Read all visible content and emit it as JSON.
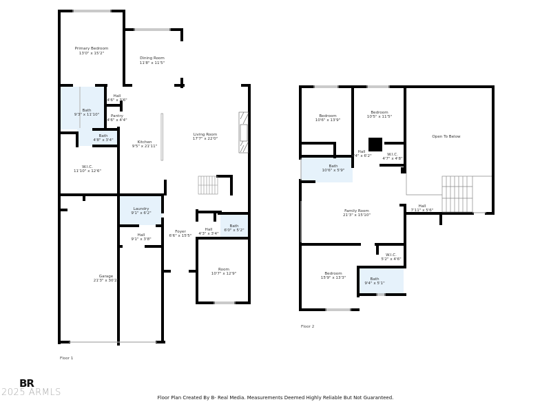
{
  "colors": {
    "wall": "#000000",
    "wet_room_fill": "#e6f2fb",
    "background": "#ffffff",
    "window": "#bbbbbb"
  },
  "floor1": {
    "label": "Floor 1",
    "rooms": [
      {
        "name": "Primary Bedroom",
        "dims": "13'0\" x 15'2\""
      },
      {
        "name": "Dining Room",
        "dims": "11'8\" x 11'5\""
      },
      {
        "name": "Hall",
        "dims": "4'6\" x 3'6\""
      },
      {
        "name": "Bath",
        "dims": "9'3\" x 11'10\""
      },
      {
        "name": "Pantry",
        "dims": "4'6\" x 4'4\""
      },
      {
        "name": "Bath",
        "dims": "4'8\" x 3'4\""
      },
      {
        "name": "Kitchen",
        "dims": "9'5\" x 21'11\""
      },
      {
        "name": "Living Room",
        "dims": "17'7\" x 22'0\""
      },
      {
        "name": "W.I.C.",
        "dims": "11'10\" x 12'6\""
      },
      {
        "name": "Laundry",
        "dims": "9'1\" x 6'2\""
      },
      {
        "name": "Hall",
        "dims": "9'1\" x 3'8\""
      },
      {
        "name": "Foyer",
        "dims": "6'6\" x 15'5\""
      },
      {
        "name": "Hall",
        "dims": "4'3\" x 3'4\""
      },
      {
        "name": "Bath",
        "dims": "6'0\" x 5'2\""
      },
      {
        "name": "Garage",
        "dims": "21'3\" x 30'2\""
      },
      {
        "name": "Room",
        "dims": "10'7\" x 12'9\""
      }
    ]
  },
  "floor2": {
    "label": "Floor 2",
    "rooms": [
      {
        "name": "Bedroom",
        "dims": "10'6\" x 13'9\""
      },
      {
        "name": "Bedroom",
        "dims": "10'5\" x 11'5\""
      },
      {
        "name": "Open To Below",
        "dims": ""
      },
      {
        "name": "Hall",
        "dims": "4'4\" x 6'2\""
      },
      {
        "name": "W.I.C.",
        "dims": "4'7\" x 4'8\""
      },
      {
        "name": "Bath",
        "dims": "10'6\" x 5'9\""
      },
      {
        "name": "Family Room",
        "dims": "21'3\" x 15'10\""
      },
      {
        "name": "Hall",
        "dims": "7'11\" x 5'6\""
      },
      {
        "name": "W.I.C.",
        "dims": "5'2\" x 4'6\""
      },
      {
        "name": "Bedroom",
        "dims": "15'9\" x 13'3\""
      },
      {
        "name": "Bath",
        "dims": "9'4\" x 5'1\""
      }
    ]
  },
  "branding": {
    "logo": "BR",
    "copyright": "2025 ARMLS"
  },
  "footer": {
    "disclaimer": "Floor Plan Created By B- Real Media. Measurements Deemed Highly Reliable But Not Guaranteed."
  }
}
